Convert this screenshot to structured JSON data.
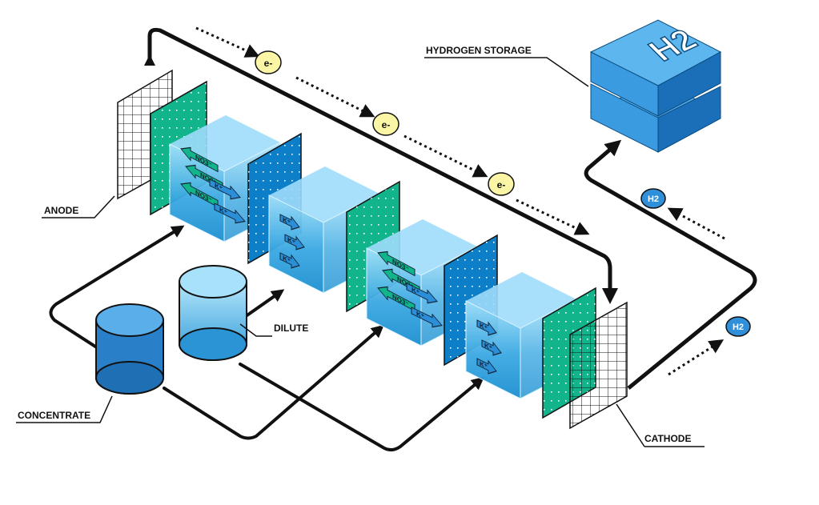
{
  "labels": {
    "anode": "ANODE",
    "cathode": "CATHODE",
    "concentrate": "CONCENTRATE",
    "dilute": "DILUTE",
    "hydrogen_storage": "HYDROGEN STORAGE",
    "storage_block": "H2"
  },
  "electrons": [
    "e-",
    "e-",
    "e-"
  ],
  "hydrogen_bubbles": [
    "H2",
    "H2"
  ],
  "ions": {
    "nitrate": "NO3⁻",
    "potassium": "K⁺"
  },
  "colors": {
    "membrane_green": "#12b48c",
    "membrane_blue": "#0d7fc8",
    "water_light": "#8fd8f8",
    "water_dark": "#1b8fd0",
    "electron": "#fbf5a6",
    "storage": "#3a9be0"
  }
}
